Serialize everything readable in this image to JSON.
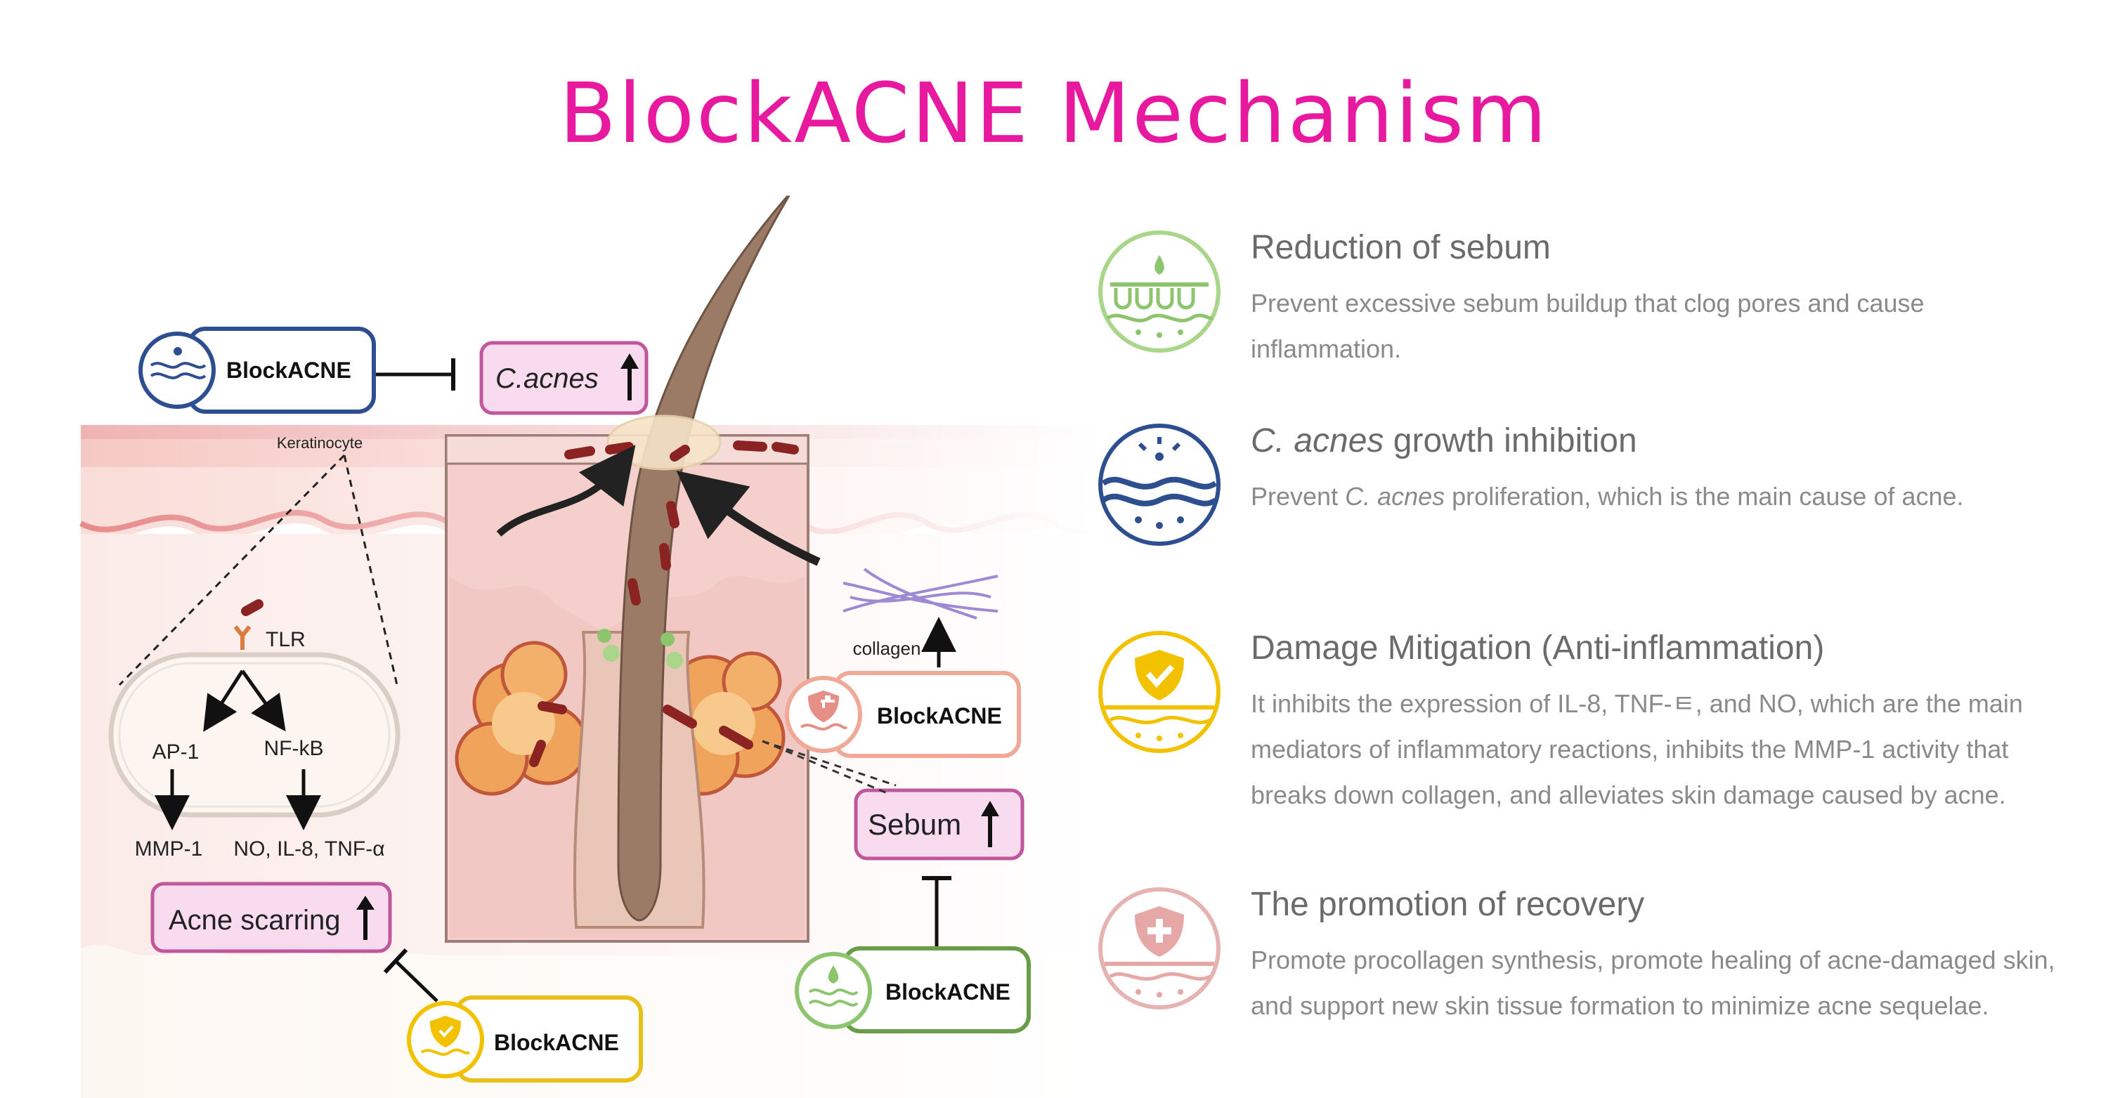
{
  "title": "BlockACNE Mechanism",
  "colors": {
    "title": "#e7199f",
    "green": "#8cc56e",
    "blue": "#2e4f8f",
    "yellow": "#f2c200",
    "pink": "#dba5a5",
    "label_pink_bg": "#f9dbef",
    "label_pink_border": "#c0579c"
  },
  "diagram": {
    "blockacne_label": "BlockACNE",
    "c_acnes": "C.acnes",
    "keratinocyte": "Keratinocyte",
    "tlr": "TLR",
    "ap1": "AP-1",
    "nfkb": "NF-kB",
    "mmp1": "MMP-1",
    "mediators": "NO, IL-8, TNF-α",
    "acne_scarring": "Acne scarring",
    "collagen": "collagen",
    "sebum": "Sebum"
  },
  "features": [
    {
      "icon": "sebum-drop-icon",
      "title": "Reduction of sebum",
      "description": "Prevent excessive sebum buildup that clog pores and cause inflammation."
    },
    {
      "icon": "bacteria-wave-icon",
      "title_italic": "C. acnes",
      "title_rest": " growth inhibition",
      "desc_before": "Prevent ",
      "desc_italic": "C. acnes",
      "desc_after": " proliferation, which is the main cause of acne."
    },
    {
      "icon": "shield-check-icon",
      "title": "Damage Mitigation (Anti-inflammation)",
      "description": "It inhibits the expression of IL-8, TNF-ㅌ, and NO, which are the main mediators of inflammatory reactions, inhibits the MMP-1 activity that breaks down collagen, and alleviates skin damage caused by acne."
    },
    {
      "icon": "shield-cross-icon",
      "title": "The promotion of recovery",
      "description": "Promote procollagen synthesis, promote healing of acne-damaged skin, and support new skin tissue formation to minimize acne sequelae."
    }
  ]
}
